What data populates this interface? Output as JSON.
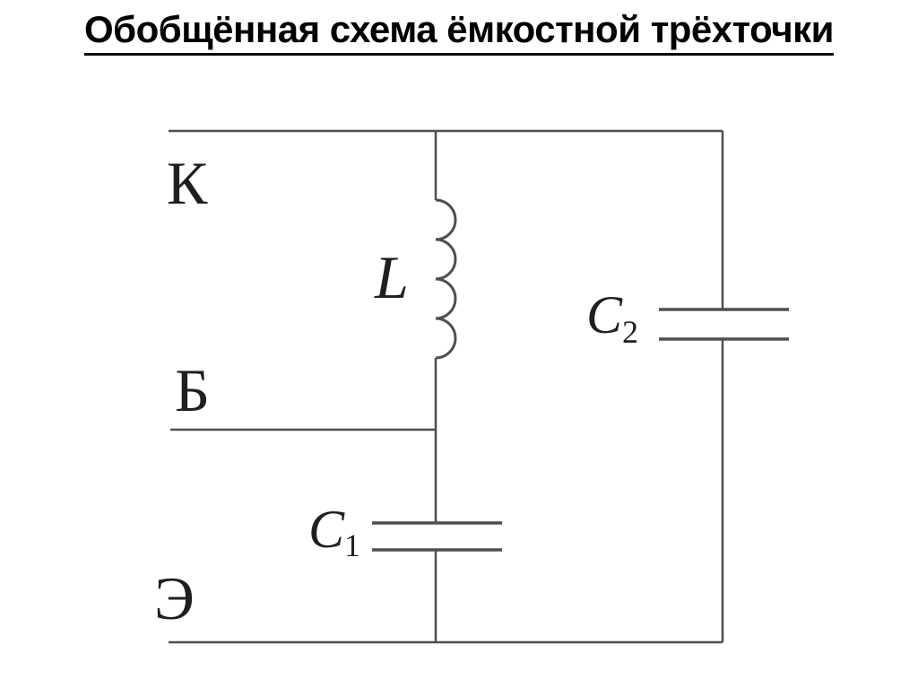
{
  "title": "Обобщённая схема ёмкостной трёхточки",
  "circuit": {
    "terminals": {
      "collector": "К",
      "base": "Б",
      "emitter": "Э"
    },
    "components": {
      "inductor": "L",
      "cap1": "C",
      "cap1_sub": "1",
      "cap2": "C",
      "cap2_sub": "2"
    },
    "colors": {
      "wire": "#4f4f4f",
      "label": "#1f1f1f",
      "title": "#000000",
      "background": "#ffffff"
    }
  }
}
